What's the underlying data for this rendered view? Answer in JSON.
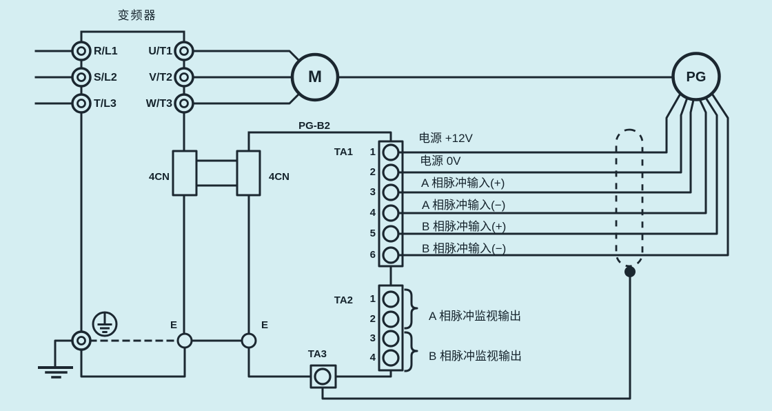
{
  "colors": {
    "background": "#d5eef2",
    "line": "#1b2730",
    "text": "#14222b"
  },
  "inverter": {
    "title": "变频器",
    "inputs": [
      "R/L1",
      "S/L2",
      "T/L3"
    ],
    "outputs": [
      "U/T1",
      "V/T2",
      "W/T3"
    ]
  },
  "motor": {
    "label": "M"
  },
  "encoder": {
    "label": "PG"
  },
  "pg_card": {
    "label": "PG-B2",
    "connectors": [
      "4CN",
      "4CN"
    ]
  },
  "ta1": {
    "label": "TA1",
    "pins": [
      {
        "no": "1",
        "desc": "电源 +12V"
      },
      {
        "no": "2",
        "desc": "电源 0V"
      },
      {
        "no": "3",
        "desc": "A 相脉冲输入(+)"
      },
      {
        "no": "4",
        "desc": "A 相脉冲输入(−)"
      },
      {
        "no": "5",
        "desc": "B 相脉冲输入(+)"
      },
      {
        "no": "6",
        "desc": "B 相脉冲输入(−)"
      }
    ]
  },
  "ta2": {
    "label": "TA2",
    "pins": [
      "1",
      "2",
      "3",
      "4"
    ],
    "groups": [
      {
        "desc": "A 相脉冲监视输出"
      },
      {
        "desc": "B 相脉冲监视输出"
      }
    ]
  },
  "ta3": {
    "label": "TA3"
  },
  "grounds": {
    "e1": "E",
    "e2": "E"
  }
}
